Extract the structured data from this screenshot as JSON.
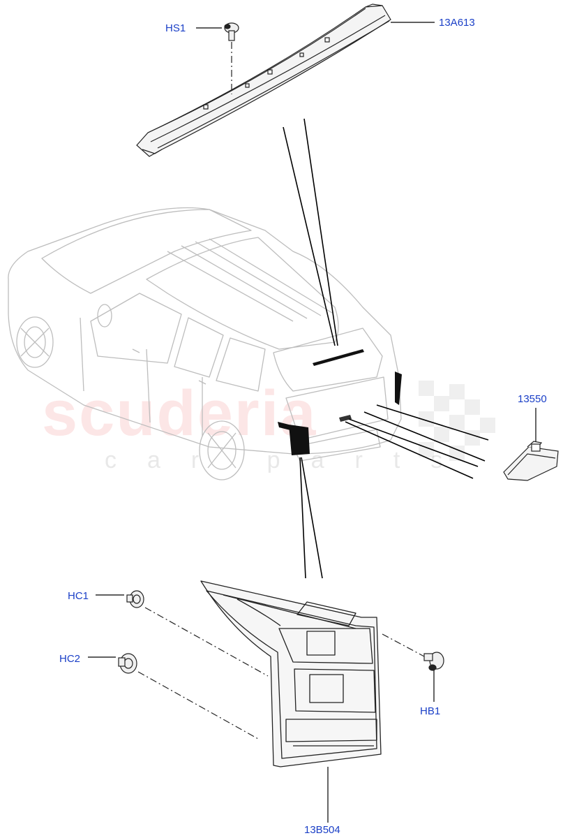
{
  "watermark": {
    "brand": "scuderia",
    "tagline": "car parts"
  },
  "callouts": {
    "hs1": "HS1",
    "part_13a613": "13A613",
    "part_13550": "13550",
    "hc1": "HC1",
    "hc2": "HC2",
    "hb1": "HB1",
    "part_13b504": "13B504"
  },
  "colors": {
    "callout_text": "#1a3fc7",
    "line_art": "#000000",
    "car_outline": "#bdbdbd",
    "watermark_red": "#eb6464"
  }
}
